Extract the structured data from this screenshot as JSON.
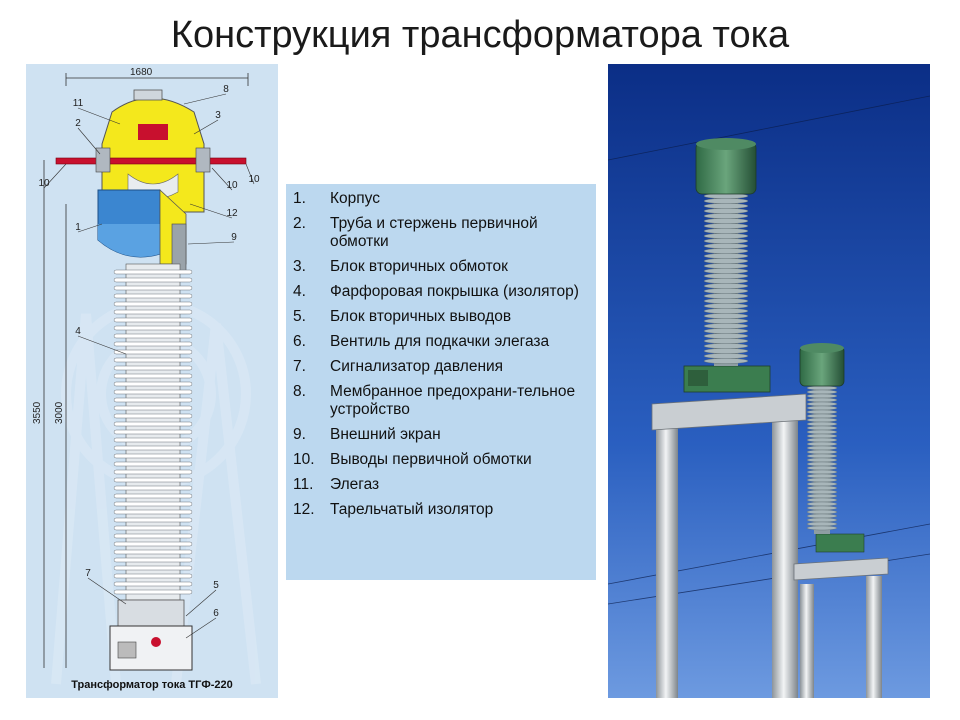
{
  "title": "Конструкция трансформатора тока",
  "diagram": {
    "caption": "Трансформатор тока ТГФ-220",
    "dimensions": {
      "width": "1680",
      "total_height": "3550",
      "insulator_height": "3000"
    },
    "callouts": [
      "8",
      "11",
      "3",
      "2",
      "10",
      "10",
      "10",
      "12",
      "1",
      "9",
      "4",
      "7",
      "5",
      "6"
    ]
  },
  "legend": [
    {
      "num": "1.",
      "text": "Корпус"
    },
    {
      "num": "2.",
      "text": "Труба и стержень первичной обмотки"
    },
    {
      "num": "3.",
      "text": "Блок вторичных обмоток"
    },
    {
      "num": "4.",
      "text": "Фарфоровая покрышка (изолятор)"
    },
    {
      "num": "5.",
      "text": "Блок вторичных выводов"
    },
    {
      "num": "6.",
      "text": "Вентиль для подкачки элегаза"
    },
    {
      "num": "7.",
      "text": "Сигнализатор давления"
    },
    {
      "num": "8.",
      "text": "Мембранное предохрани-тельное устройство"
    },
    {
      "num": "9.",
      "text": "Внешний экран"
    },
    {
      "num": "10.",
      "text": "Выводы первичной обмотки"
    },
    {
      "num": "11.",
      "text": "Элегаз"
    },
    {
      "num": "12.",
      "text": "Тарельчатый изолятор"
    }
  ]
}
